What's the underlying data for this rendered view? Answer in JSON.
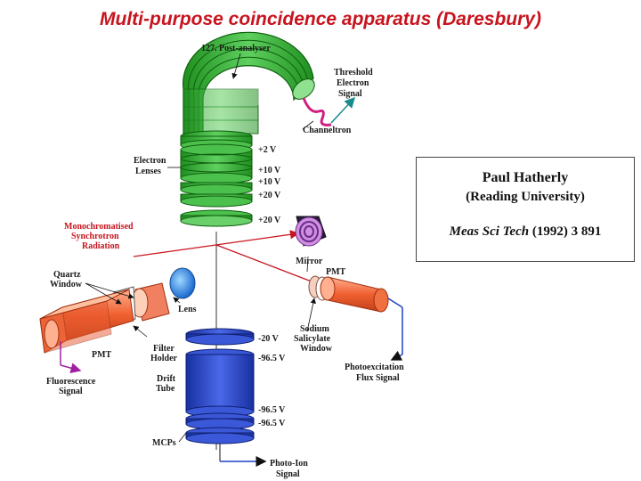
{
  "title": "Multi-purpose coincidence apparatus  (Daresbury)",
  "labels": {
    "post_analyser": "127. Post-analyser",
    "threshold": [
      "Threshold",
      "Electron",
      "Signal"
    ],
    "channeltron": "Channeltron",
    "electron_lenses": [
      "Electron",
      "Lenses"
    ],
    "mono": [
      "Monochromatised",
      "Synchrotron",
      "Radiation"
    ],
    "quartz": [
      "Quartz",
      "Window"
    ],
    "mirror": "Mirror",
    "pmt_right": "PMT",
    "lens": "Lens",
    "sodium": [
      "Sodium",
      "Salicylate",
      "Window"
    ],
    "filter": [
      "Filter",
      "Holder"
    ],
    "pmt_left": "PMT",
    "fluorescence": [
      "Fluorescence",
      "Signal"
    ],
    "drift": [
      "Drift",
      "Tube"
    ],
    "photoexcitation": [
      "Photoexcitation",
      "Flux Signal"
    ],
    "mcps": "MCPs",
    "photo_ion": [
      "Photo-Ion",
      "Signal"
    ]
  },
  "voltages": {
    "v1": "+2 V",
    "v2": "+10 V",
    "v3": "+10 V",
    "v4": "+20 V",
    "v5": "+20 V",
    "v6": "-20 V",
    "v7": "-96.5 V",
    "v8": "-96.5 V",
    "v9": "-96.5 V"
  },
  "reference": {
    "name": "Paul Hatherly",
    "affiliation": "(Reading University)",
    "journal": "Meas Sci Tech",
    "citation": " (1992) 3 891"
  },
  "colors": {
    "title": "#c8141e",
    "green": "#2aa82a",
    "light_green": "#8fe08f",
    "blue": "#2040c8",
    "orange": "#f07040",
    "purple": "#7a3aa0"
  }
}
